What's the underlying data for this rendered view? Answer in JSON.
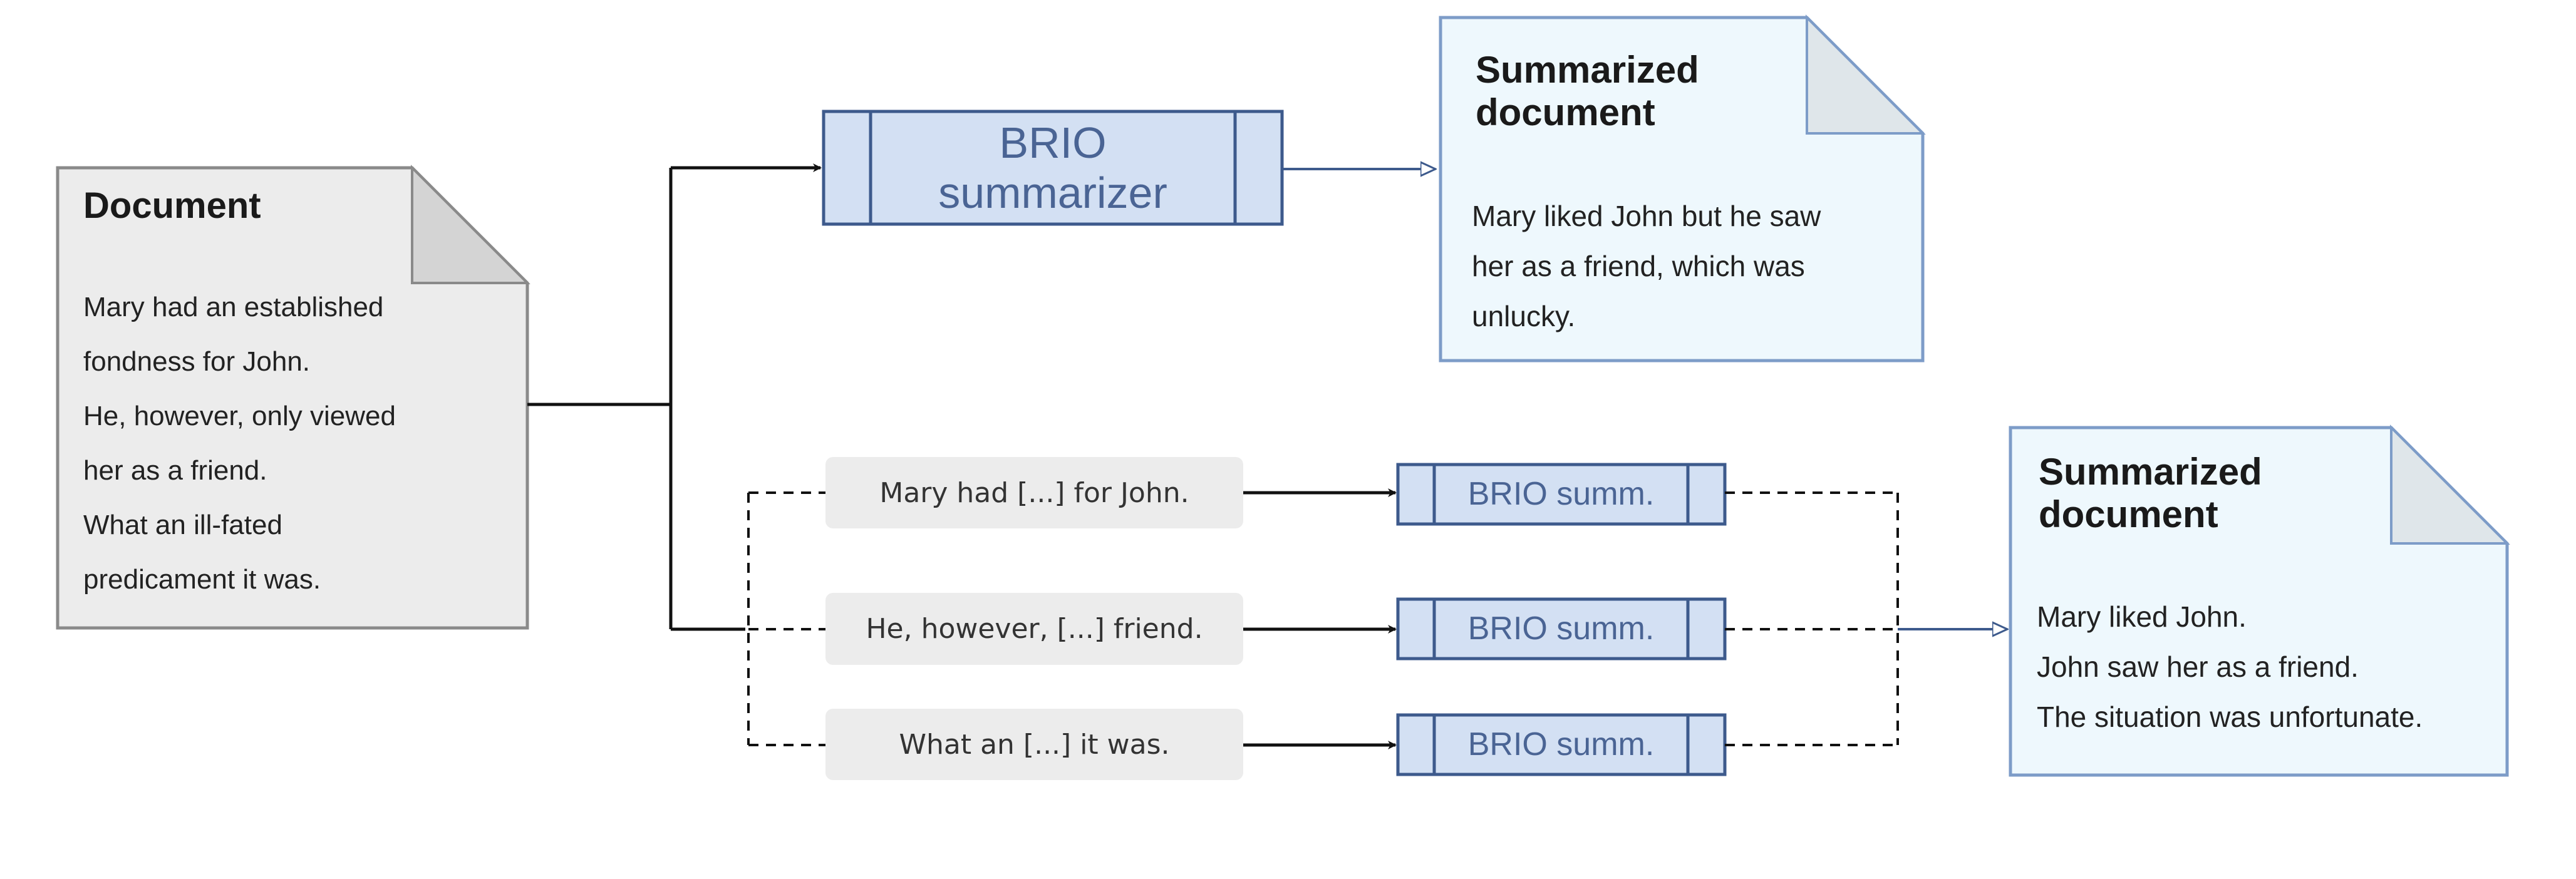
{
  "input_document": {
    "title": "Document",
    "lines": [
      "Mary had an established",
      "fondness for John.",
      "He, however, only viewed",
      "her as a friend.",
      "What an ill-fated",
      "predicament it was."
    ]
  },
  "top_path": {
    "summarizer_label": "BRIO\nsummarizer",
    "output": {
      "title": "Summarized\ndocument",
      "lines": [
        "Mary liked John but he saw",
        "her as a friend, which was",
        "unlucky."
      ]
    }
  },
  "bottom_path": {
    "sentences": [
      "Mary had [...] for John.",
      "He, however, [...] friend.",
      "What an [...] it was."
    ],
    "summarizer_label": "BRIO summ.",
    "output": {
      "title": "Summarized\ndocument",
      "lines": [
        "Mary liked John.",
        "John saw her as a friend.",
        "The situation was unfortunate."
      ]
    }
  },
  "colors": {
    "input_doc_fill": "#ececec",
    "input_doc_stroke": "#8a8a8a",
    "output_doc_fill": "#eef8fd",
    "output_doc_stroke": "#7d9cc8",
    "brio_fill": "#d3e0f3",
    "brio_stroke": "#3d5a8c",
    "brio_text": "#4a6494",
    "pill_fill": "#ececec"
  }
}
